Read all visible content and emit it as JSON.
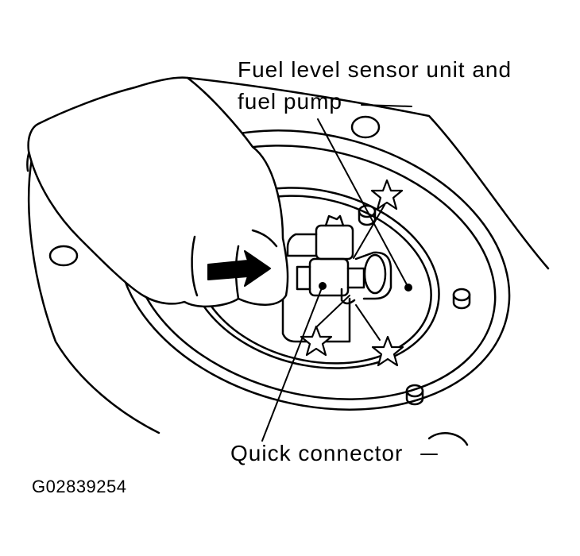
{
  "callouts": {
    "fuel_level_sensor_line1": "Fuel level sensor unit and",
    "fuel_level_sensor_line2": "fuel pump",
    "quick_connector": "Quick connector"
  },
  "figure_code": "G02839254",
  "colors": {
    "ink": "#000000",
    "paper": "#ffffff"
  },
  "symbols": {
    "star": "five-point-star-marker",
    "arrow": "push-direction-arrow"
  }
}
